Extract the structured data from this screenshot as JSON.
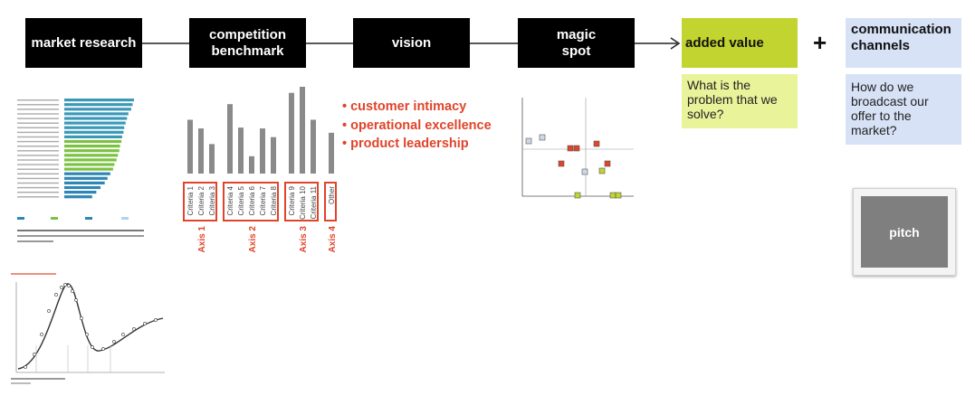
{
  "steps": [
    {
      "label": "market research"
    },
    {
      "label": "competition\nbenchmark"
    },
    {
      "label": "vision"
    },
    {
      "label": "magic\nspot"
    }
  ],
  "added_value": {
    "title": "added value",
    "question": "What is the problem that we solve?"
  },
  "plus_sign": "+",
  "communication": {
    "title": "communication channels",
    "question": "How do we broadcast our offer to the market?"
  },
  "vision_items": [
    "customer intimacy",
    "operational excellence",
    "product leadership"
  ],
  "benchmark": {
    "groups": [
      {
        "axis": "Axis 1",
        "criteria": [
          "Criteria 1",
          "Criteria 2",
          "Criteria 3"
        ],
        "bars": [
          0.62,
          0.52,
          0.34
        ]
      },
      {
        "axis": "Axis 2",
        "criteria": [
          "Criteria 4",
          "Criteria 5",
          "Criteria 6",
          "Criteria 7",
          "Criteria 8"
        ],
        "bars": [
          0.8,
          0.53,
          0.2,
          0.52,
          0.42
        ]
      },
      {
        "axis": "Axis 3",
        "criteria": [
          "Criteria 9",
          "Criteria 10",
          "Criteria 11"
        ],
        "bars": [
          0.93,
          1.0,
          0.62
        ]
      },
      {
        "axis": "Axis 4",
        "criteria": [
          "Other"
        ],
        "bars": [
          0.47
        ]
      }
    ]
  },
  "pitch": {
    "label": "pitch"
  },
  "colors": {
    "box": "#000000",
    "accent_red": "#e0442a",
    "added_value_head": "#c1d42f",
    "added_value_body": "#e9f39a",
    "comm_bg": "#d7e2f6",
    "bar_gray": "#8a8a8a"
  }
}
